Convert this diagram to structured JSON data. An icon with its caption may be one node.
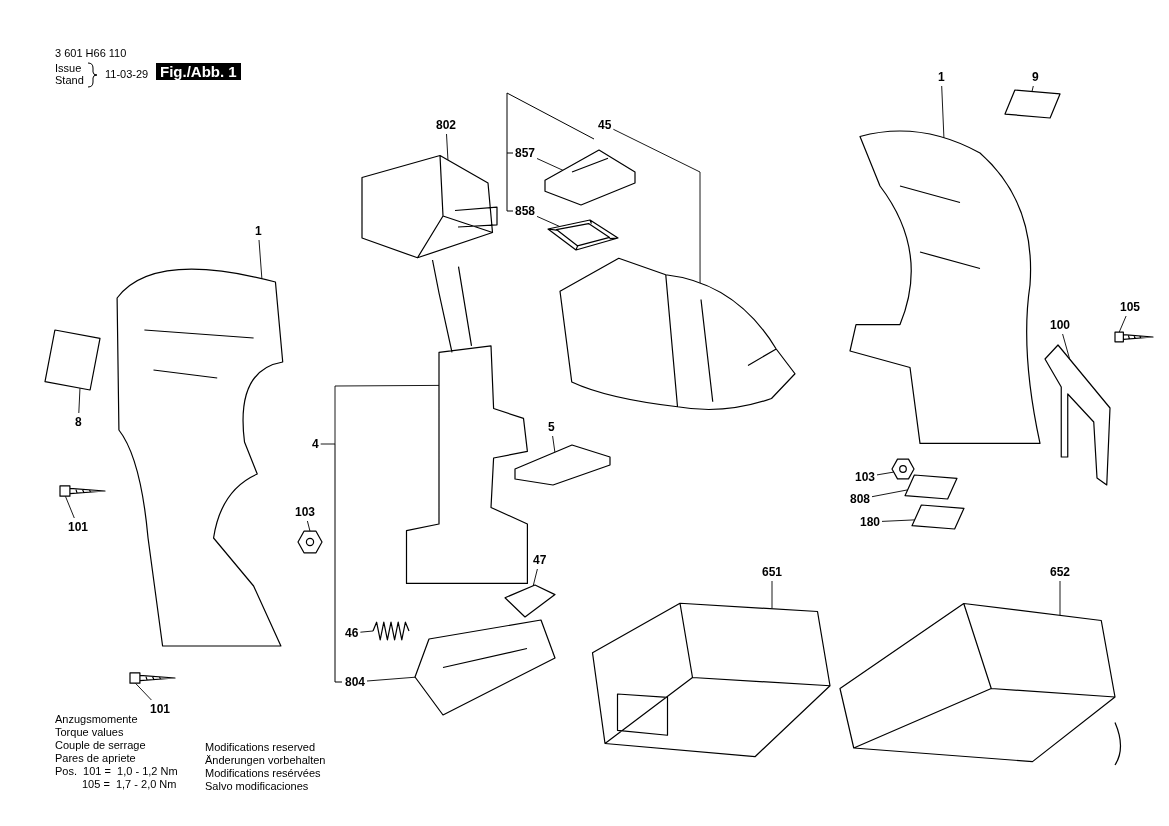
{
  "diagram": {
    "nodes": [
      {
        "text": [
          "1"
        ]
      },
      {
        "text": [],
        "shape": "picture"
      },
      {
        "text": [
          "8"
        ]
      },
      {
        "text": [],
        "shape": "picture"
      },
      {
        "text": [
          "101"
        ]
      },
      {
        "text": [],
        "shape": "picture"
      },
      {
        "text": [
          "103"
        ]
      },
      {
        "text": [],
        "shape": "picture"
      },
      {
        "text": [
          "101"
        ]
      },
      {
        "text": [],
        "shape": "picture"
      },
      {
        "text": [
          "802"
        ]
      },
      {
        "text": [],
        "shape": "picture"
      },
      {
        "text": [
          "4"
        ]
      },
      {
        "text": [],
        "shape": "picture"
      },
      {
        "text": [
          "804"
        ]
      },
      {
        "text": [],
        "shape": "picture"
      },
      {
        "text": [
          "46"
        ]
      },
      {
        "text": [],
        "shape": "picture"
      },
      {
        "text": [
          "47"
        ]
      },
      {
        "text": [],
        "shape": "picture"
      },
      {
        "text": [
          "857"
        ]
      },
      {
        "text": [],
        "shape": "picture"
      },
      {
        "text": [
          "858"
        ]
      },
      {
        "text": [],
        "shape": "picture"
      },
      {
        "text": [
          "45"
        ]
      },
      {
        "text": [],
        "shape": "picture"
      },
      {
        "text": [
          "5"
        ]
      },
      {
        "text": [],
        "shape": "picture"
      },
      {
        "text": [
          "1"
        ]
      },
      {
        "text": [],
        "shape": "picture"
      },
      {
        "text": [
          "9"
        ]
      },
      {
        "text": [],
        "shape": "picture"
      },
      {
        "text": [
          "105"
        ]
      },
      {
        "text": [],
        "shape": "picture"
      },
      {
        "text": [
          "100"
        ]
      },
      {
        "text": [],
        "shape": "picture"
      },
      {
        "text": [
          "103"
        ]
      },
      {
        "text": [],
        "shape": "picture"
      },
      {
        "text": [
          "808"
        ]
      },
      {
        "text": [],
        "shape": "picture"
      },
      {
        "text": [
          "180"
        ]
      },
      {
        "text": [],
        "shape": "picture"
      },
      {
        "text": [
          "651"
        ]
      },
      {
        "text": [],
        "shape": "picture"
      },
      {
        "text": [
          "652"
        ]
      },
      {
        "text": [],
        "shape": "picture"
      }
    ],
    "edges": [
      {
        "from": 0,
        "to": 1,
        "arrow": "none"
      },
      {
        "from": 2,
        "to": 3,
        "arrow": "none"
      },
      {
        "from": 4,
        "to": 5,
        "arrow": "none"
      },
      {
        "from": 6,
        "to": 7,
        "arrow": "none"
      },
      {
        "from": 8,
        "to": 9,
        "arrow": "none"
      },
      {
        "from": 10,
        "to": 11,
        "arrow": "none"
      },
      {
        "from": 12,
        "to": 13,
        "arrow": "none"
      },
      {
        "from": 14,
        "to": 15,
        "arrow": "none"
      },
      {
        "from": 16,
        "to": 17,
        "arrow": "none"
      },
      {
        "from": 18,
        "to": 19,
        "arrow": "none"
      },
      {
        "from": 20,
        "to": 21,
        "arrow": "none"
      },
      {
        "from": 22,
        "to": 23,
        "arrow": "none"
      },
      {
        "from": 24,
        "to": 25,
        "arrow": "none"
      },
      {
        "from": 26,
        "to": 27,
        "arrow": "none"
      },
      {
        "from": 28,
        "to": 29,
        "arrow": "none"
      },
      {
        "from": 30,
        "to": 31,
        "arrow": "none"
      },
      {
        "from": 32,
        "to": 33,
        "arrow": "none"
      },
      {
        "from": 34,
        "to": 35,
        "arrow": "none"
      },
      {
        "from": 36,
        "to": 37,
        "arrow": "none"
      },
      {
        "from": 38,
        "to": 39,
        "arrow": "none"
      },
      {
        "from": 40,
        "to": 41,
        "arrow": "none"
      },
      {
        "from": 42,
        "to": 43,
        "arrow": "none"
      },
      {
        "from": 44,
        "to": 45,
        "arrow": "none"
      }
    ],
    "labels": [
      "3 601 H66 110",
      "Issue",
      "Stand",
      "11-03-29",
      "Fig./Abb. 1",
      "Anzugsmomente",
      "Torque values",
      "Couple de serrage",
      "Pares de apriete",
      "Pos.  101 =  1,0 - 1,2 Nm",
      "105 =  1,7 - 2,0 Nm",
      "Modifications reserved",
      "Änderungen vorbehalten",
      "Modifications resérvées",
      "Salvo modificaciones"
    ]
  }
}
